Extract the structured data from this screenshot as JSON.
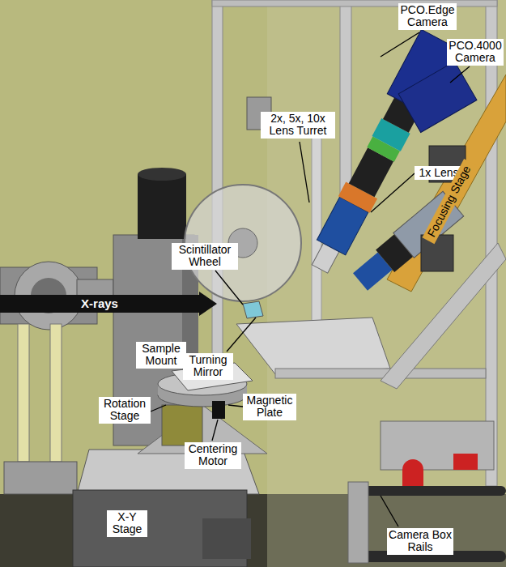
{
  "diagram": {
    "nodes": [
      {
        "text": [
          "X-rays"
        ]
      }
    ],
    "labels": [
      "PCO.Edge Camera",
      "PCO.4000 Camera",
      "2x, 5x, 10x Lens Turret",
      "1x Lens",
      "Scintillator Wheel",
      "Focusing Stage",
      "Turning Mirror",
      "Sample Mount",
      "Rotation Stage",
      "Magnetic Plate",
      "Centering Motor",
      "X-Y Stage",
      "Camera Box Rails"
    ]
  }
}
